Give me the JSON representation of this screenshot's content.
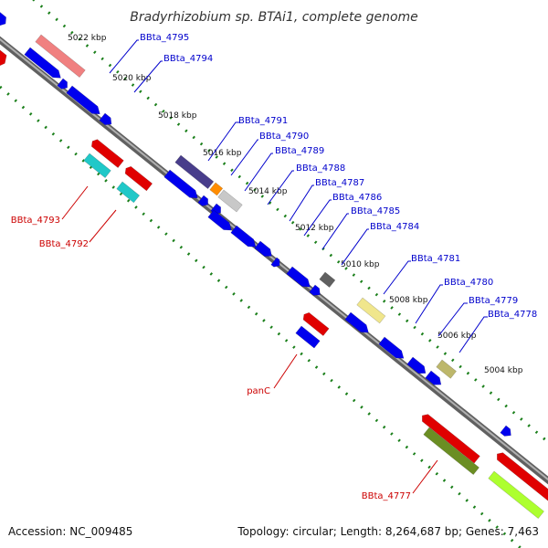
{
  "title": "Bradyrhizobium sp. BTAi1, complete genome",
  "footer": {
    "accession": "Accession: NC_009485",
    "summary": "Topology: circular; Length: 8,264,687 bp; Genes: 7,463"
  },
  "colors": {
    "background": "#ffffff",
    "backbone": "#808080",
    "tick": "#1a7f1a",
    "forward_label": "#0000cc",
    "reverse_label": "#cc0000"
  },
  "ruler": [
    "5022 kbp",
    "5020 kbp",
    "5018 kbp",
    "5016 kbp",
    "5014 kbp",
    "5012 kbp",
    "5010 kbp",
    "5008 kbp",
    "5006 kbp",
    "5004 kbp"
  ],
  "forward_labels": [
    "BBta_4795",
    "BBta_4794",
    "BBta_4791",
    "BBta_4790",
    "BBta_4789",
    "BBta_4788",
    "BBta_4787",
    "BBta_4786",
    "BBta_4785",
    "BBta_4784",
    "BBta_4781",
    "BBta_4780",
    "BBta_4779",
    "BBta_4778"
  ],
  "reverse_labels": [
    "BBta_4793",
    "BBta_4792",
    "panC",
    "BBta_4777"
  ]
}
